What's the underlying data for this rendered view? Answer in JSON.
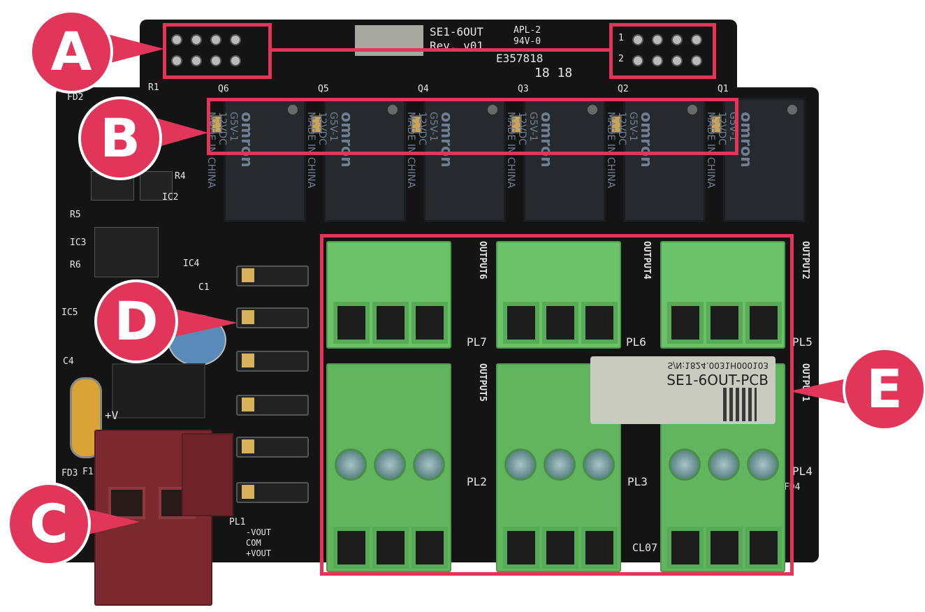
{
  "board": {
    "title": "SE1-6OUT",
    "revision": "Rev. v01",
    "cert_1": "APL-2",
    "cert_2": "94V-0",
    "cert_code": "E357818",
    "date_code": "18 18",
    "header_pin_labels": [
      "1",
      "2"
    ],
    "relay_labels": [
      "Q6",
      "Q5",
      "Q4",
      "Q3",
      "Q2",
      "Q1"
    ],
    "relay_text": {
      "brand": "omron",
      "model": "G5V-1",
      "voltage": "12VDC",
      "origin": "MADE IN CHINA"
    },
    "output_labels": [
      "OUTPUT6",
      "OUTPUT4",
      "OUTPUT2",
      "OUTPUT5",
      "OUTPUT1"
    ],
    "plug_labels": [
      "PL7",
      "PL6",
      "PL5",
      "PL2",
      "PL3",
      "PL4",
      "PL1"
    ],
    "component_labels": [
      "FD2",
      "FD3",
      "FD4",
      "IC2",
      "IC3",
      "IC4",
      "IC5",
      "C1",
      "C4",
      "F1",
      "R1",
      "R4",
      "R5",
      "R6",
      "+V",
      "CL07"
    ],
    "power_labels": [
      "-VOUT",
      "COM",
      "+VOUT"
    ],
    "sticker": {
      "serial": "S/N:1824.0031H000103",
      "part": "SE1-6OUT-PCB"
    }
  },
  "callouts": [
    "A",
    "B",
    "C",
    "D",
    "E"
  ],
  "colors": {
    "accent": "#e2355a",
    "board": "#141414",
    "terminal": "#6cc268",
    "connector": "#7a2a2e"
  }
}
